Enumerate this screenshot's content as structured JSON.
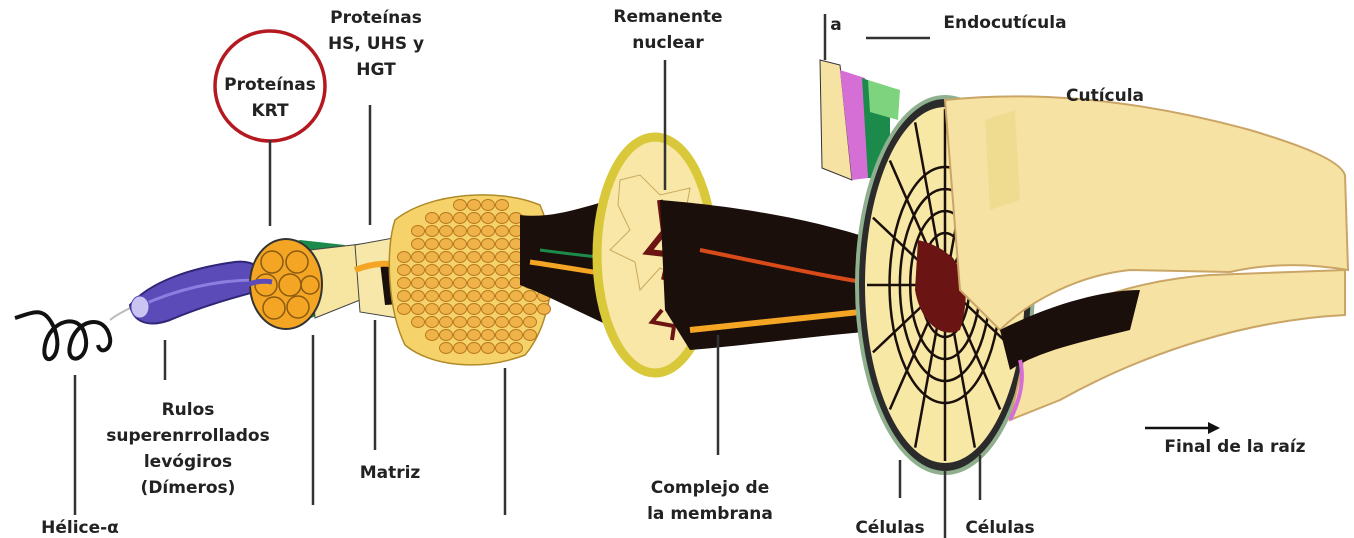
{
  "colors": {
    "highlight_circle": "#b3191f",
    "cortex_fill": "#f8e7a6",
    "cuticle_fill": "#f6e3a4",
    "fibril_orange": "#f3a523",
    "dimer_purple": "#5a4bb8",
    "dark_core": "#1a0f0a",
    "nuclear_remnant": "#6b1414",
    "leader_line": "#333333"
  },
  "labels": {
    "proteinas_hs": [
      "Proteínas",
      "HS, UHS y",
      "HGT"
    ],
    "proteinas_krt": [
      "Proteínas",
      "KRT"
    ],
    "remanente": [
      "Remanente",
      "nuclear"
    ],
    "a_fragment": "a",
    "endocuticula": "Endocutícula",
    "cuticula": "Cutícula",
    "rulos": [
      "Rulos",
      "superenrrollados",
      "levógiros",
      "(Dímeros)"
    ],
    "matriz": "Matriz",
    "complejo": [
      "Complejo de",
      "la membrana"
    ],
    "final_raiz": "Final de la raíz",
    "helice": "Hélice-α",
    "celulas_1": "Células",
    "celulas_2": "Células"
  },
  "icons": {
    "arrow": "right-arrow-icon",
    "highlight": "highlight-circle"
  }
}
